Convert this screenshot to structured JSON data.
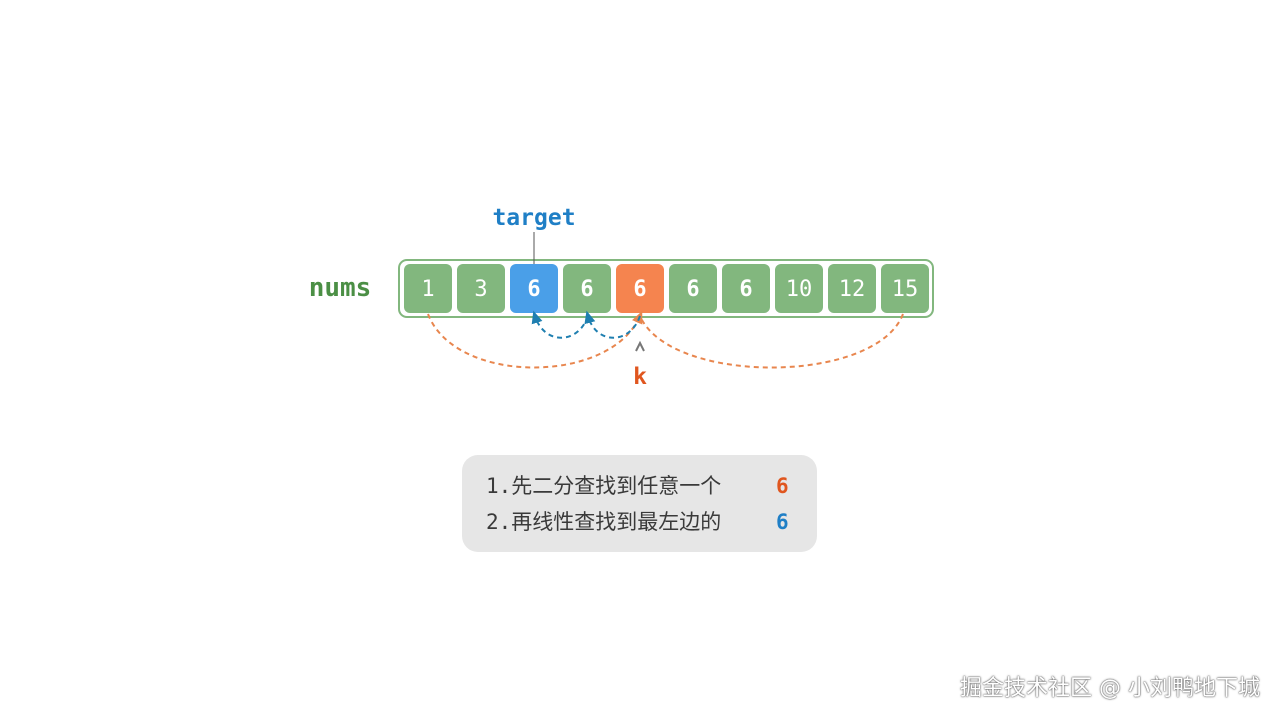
{
  "diagram": {
    "array_label": "nums",
    "values": [
      "1",
      "3",
      "6",
      "6",
      "6",
      "6",
      "6",
      "10",
      "12",
      "15"
    ],
    "target_index": 2,
    "k_index": 4,
    "target_label": "target",
    "k_label": "k",
    "colors": {
      "cell": "#82b77e",
      "cell_border_outer": "#82b77e",
      "target": "#4a9fe8",
      "k": "#f5844f",
      "label_green": "#4b8f45",
      "label_blue": "#1f7fc6",
      "label_orange": "#e0561f",
      "arrow_orange": "#e8864e",
      "arrow_blue": "#1f7fb0",
      "arrow_gray": "#777777"
    }
  },
  "note": {
    "line1_num": "1.",
    "line1_text": "先二分查找到任意一个",
    "line1_value": "6",
    "line1_value_color": "#e0561f",
    "line2_num": "2.",
    "line2_text": "再线性查找到最左边的",
    "line2_value": "6",
    "line2_value_color": "#1f7fc6"
  },
  "watermark": "掘金技术社区 @ 小刘鸭地下城"
}
